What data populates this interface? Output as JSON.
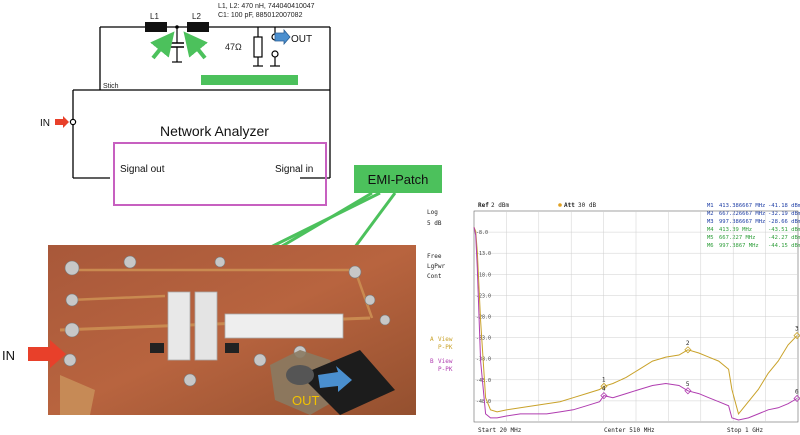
{
  "schematic": {
    "component_note_1": "L1, L2: 470 nH, 744040410047",
    "component_note_2": "C1: 100 pF, 885012007082",
    "l1_label": "L1",
    "l2_label": "L2",
    "resistor_label": "47Ω",
    "out_label": "OUT",
    "stich_label": "Stich",
    "in_label": "IN",
    "analyzer_title": "Network Analyzer",
    "signal_out_label": "Signal out",
    "signal_in_label": "Signal in",
    "colors": {
      "green": "#4cc15c",
      "magenta": "#c760c0",
      "red": "#e8402a",
      "blue": "#4a8fcf"
    }
  },
  "emi_patch_label": "EMI-Patch",
  "photo": {
    "in_label": "IN",
    "out_label": "OUT"
  },
  "analyzer": {
    "ref": "Ref",
    "ref_value": "2 dBm",
    "att": "Att",
    "att_value": "30 dB",
    "log": "Log",
    "div": "5 dB",
    "free": "Free",
    "lgpwr": "LgPwr",
    "cont": "Cont",
    "trace_a": "A",
    "trace_a_view": "View",
    "trace_a_mode": "P-PK",
    "trace_b": "B",
    "trace_b_view": "View",
    "trace_b_mode": "P-PK",
    "start": "Start  20 MHz",
    "center": "Center  510 MHz",
    "stop": "Stop  1 GHz",
    "markers": [
      {
        "id": "M1",
        "freq": "413.386667 MHz",
        "level": "-41.18 dBm",
        "color": "#1f3fa6"
      },
      {
        "id": "M2",
        "freq": "667.226667 MHz",
        "level": "-32.19 dBm",
        "color": "#1f3fa6"
      },
      {
        "id": "M3",
        "freq": "997.386667 MHz",
        "level": "-28.66 dBm",
        "color": "#1f3fa6"
      },
      {
        "id": "M4",
        "freq": "413.39 MHz",
        "level": "-43.51 dBm",
        "color": "#2e9e3a"
      },
      {
        "id": "M5",
        "freq": "667.227 MHz",
        "level": "-42.27 dBm",
        "color": "#2e9e3a"
      },
      {
        "id": "M6",
        "freq": "997.3867 MHz",
        "level": "-44.15 dBm",
        "color": "#2e9e3a"
      }
    ],
    "y_ticks": [
      "-8.0",
      "-13.0",
      "-18.0",
      "-23.0",
      "-28.0",
      "-33.0",
      "-38.0",
      "-43.0",
      "-48.0"
    ],
    "marker_tags": [
      "1",
      "2",
      "3",
      "4",
      "5",
      "6"
    ]
  },
  "chart_data": {
    "type": "line",
    "xlabel": "",
    "ylabel": "",
    "xlim": [
      20,
      1000
    ],
    "ylim": [
      -50,
      2
    ],
    "series": [
      {
        "color": "#c9a22a",
        "x": [
          20,
          25,
          30,
          40,
          55,
          70,
          90,
          120,
          160,
          200,
          240,
          280,
          320,
          360,
          400,
          413,
          440,
          480,
          520,
          560,
          600,
          640,
          667,
          700,
          730,
          760,
          790,
          800,
          820,
          850,
          880,
          910,
          940,
          970,
          997
        ],
        "y": [
          -2,
          -3,
          -8,
          -25,
          -44,
          -47,
          -47.5,
          -47,
          -46.5,
          -46,
          -45.5,
          -45,
          -44,
          -43,
          -42,
          -41.2,
          -40.5,
          -39,
          -37,
          -35,
          -34,
          -33.5,
          -32.2,
          -33,
          -34,
          -35,
          -37,
          -42,
          -48,
          -45,
          -42,
          -38,
          -35,
          -31,
          -28.7
        ]
      },
      {
        "color": "#b03db0",
        "x": [
          20,
          25,
          30,
          40,
          55,
          70,
          90,
          120,
          160,
          200,
          240,
          280,
          320,
          360,
          400,
          413,
          440,
          480,
          520,
          560,
          600,
          640,
          667,
          700,
          730,
          760,
          790,
          800,
          820,
          850,
          880,
          910,
          940,
          970,
          997
        ],
        "y": [
          -2,
          -4,
          -12,
          -35,
          -48,
          -49,
          -49,
          -48.5,
          -48,
          -48,
          -48,
          -47.5,
          -47,
          -46,
          -45,
          -43.5,
          -44,
          -43,
          -42,
          -41,
          -40.5,
          -41,
          -42.3,
          -43,
          -44,
          -45,
          -46,
          -49,
          -49.5,
          -49,
          -48,
          -47,
          -46.5,
          -45.5,
          -44.2
        ]
      }
    ]
  }
}
